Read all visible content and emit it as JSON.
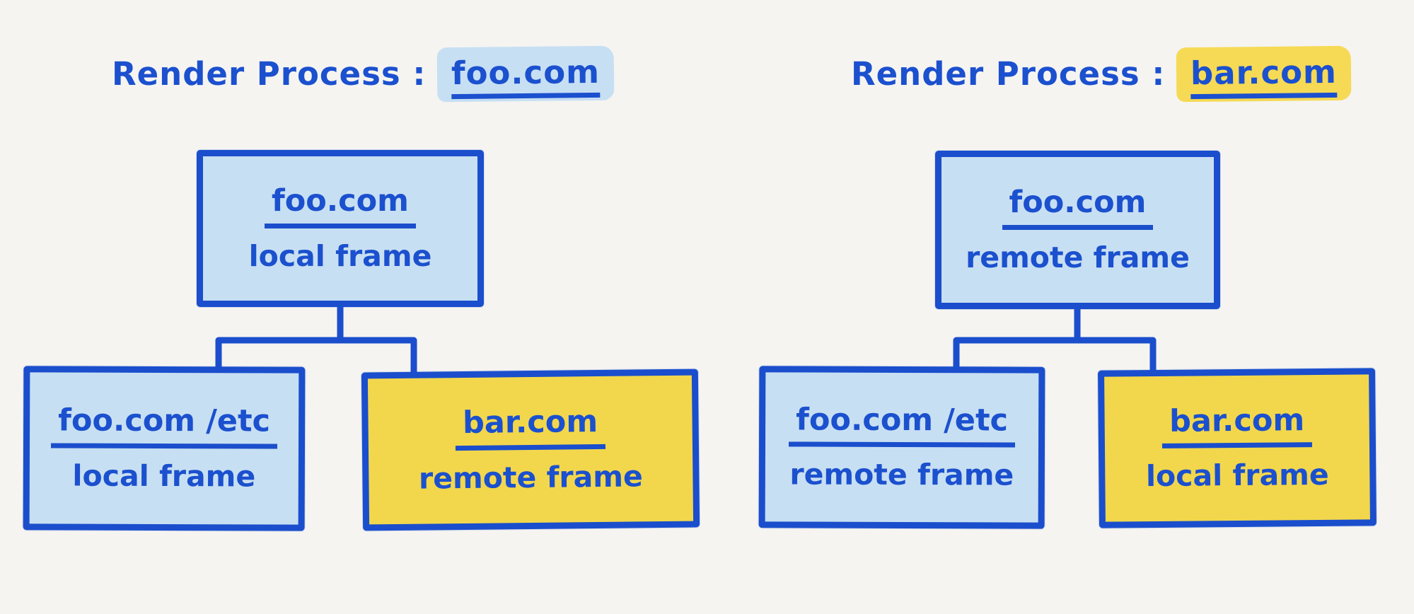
{
  "page": {
    "background_color": "#f5f4f1",
    "ink_color": "#1a4ecc",
    "light_blue_fill": "#c7dff2",
    "yellow_fill": "#f2d74d",
    "blue_highlight": "#c6dff3",
    "yellow_highlight": "#f6da55"
  },
  "trees": [
    {
      "title": {
        "prefix": "Render Process :",
        "domain": "foo.com",
        "highlight_color_name": "blue"
      },
      "root": {
        "domain": "foo.com",
        "frame_type": "local frame",
        "fill": "light-blue"
      },
      "children": [
        {
          "domain": "foo.com /etc",
          "frame_type": "local frame",
          "fill": "light-blue"
        },
        {
          "domain": "bar.com",
          "frame_type": "remote frame",
          "fill": "yellow"
        }
      ]
    },
    {
      "title": {
        "prefix": "Render Process :",
        "domain": "bar.com",
        "highlight_color_name": "yellow"
      },
      "root": {
        "domain": "foo.com",
        "frame_type": "remote frame",
        "fill": "light-blue"
      },
      "children": [
        {
          "domain": "foo.com /etc",
          "frame_type": "remote frame",
          "fill": "light-blue"
        },
        {
          "domain": "bar.com",
          "frame_type": "local frame",
          "fill": "yellow"
        }
      ]
    }
  ]
}
